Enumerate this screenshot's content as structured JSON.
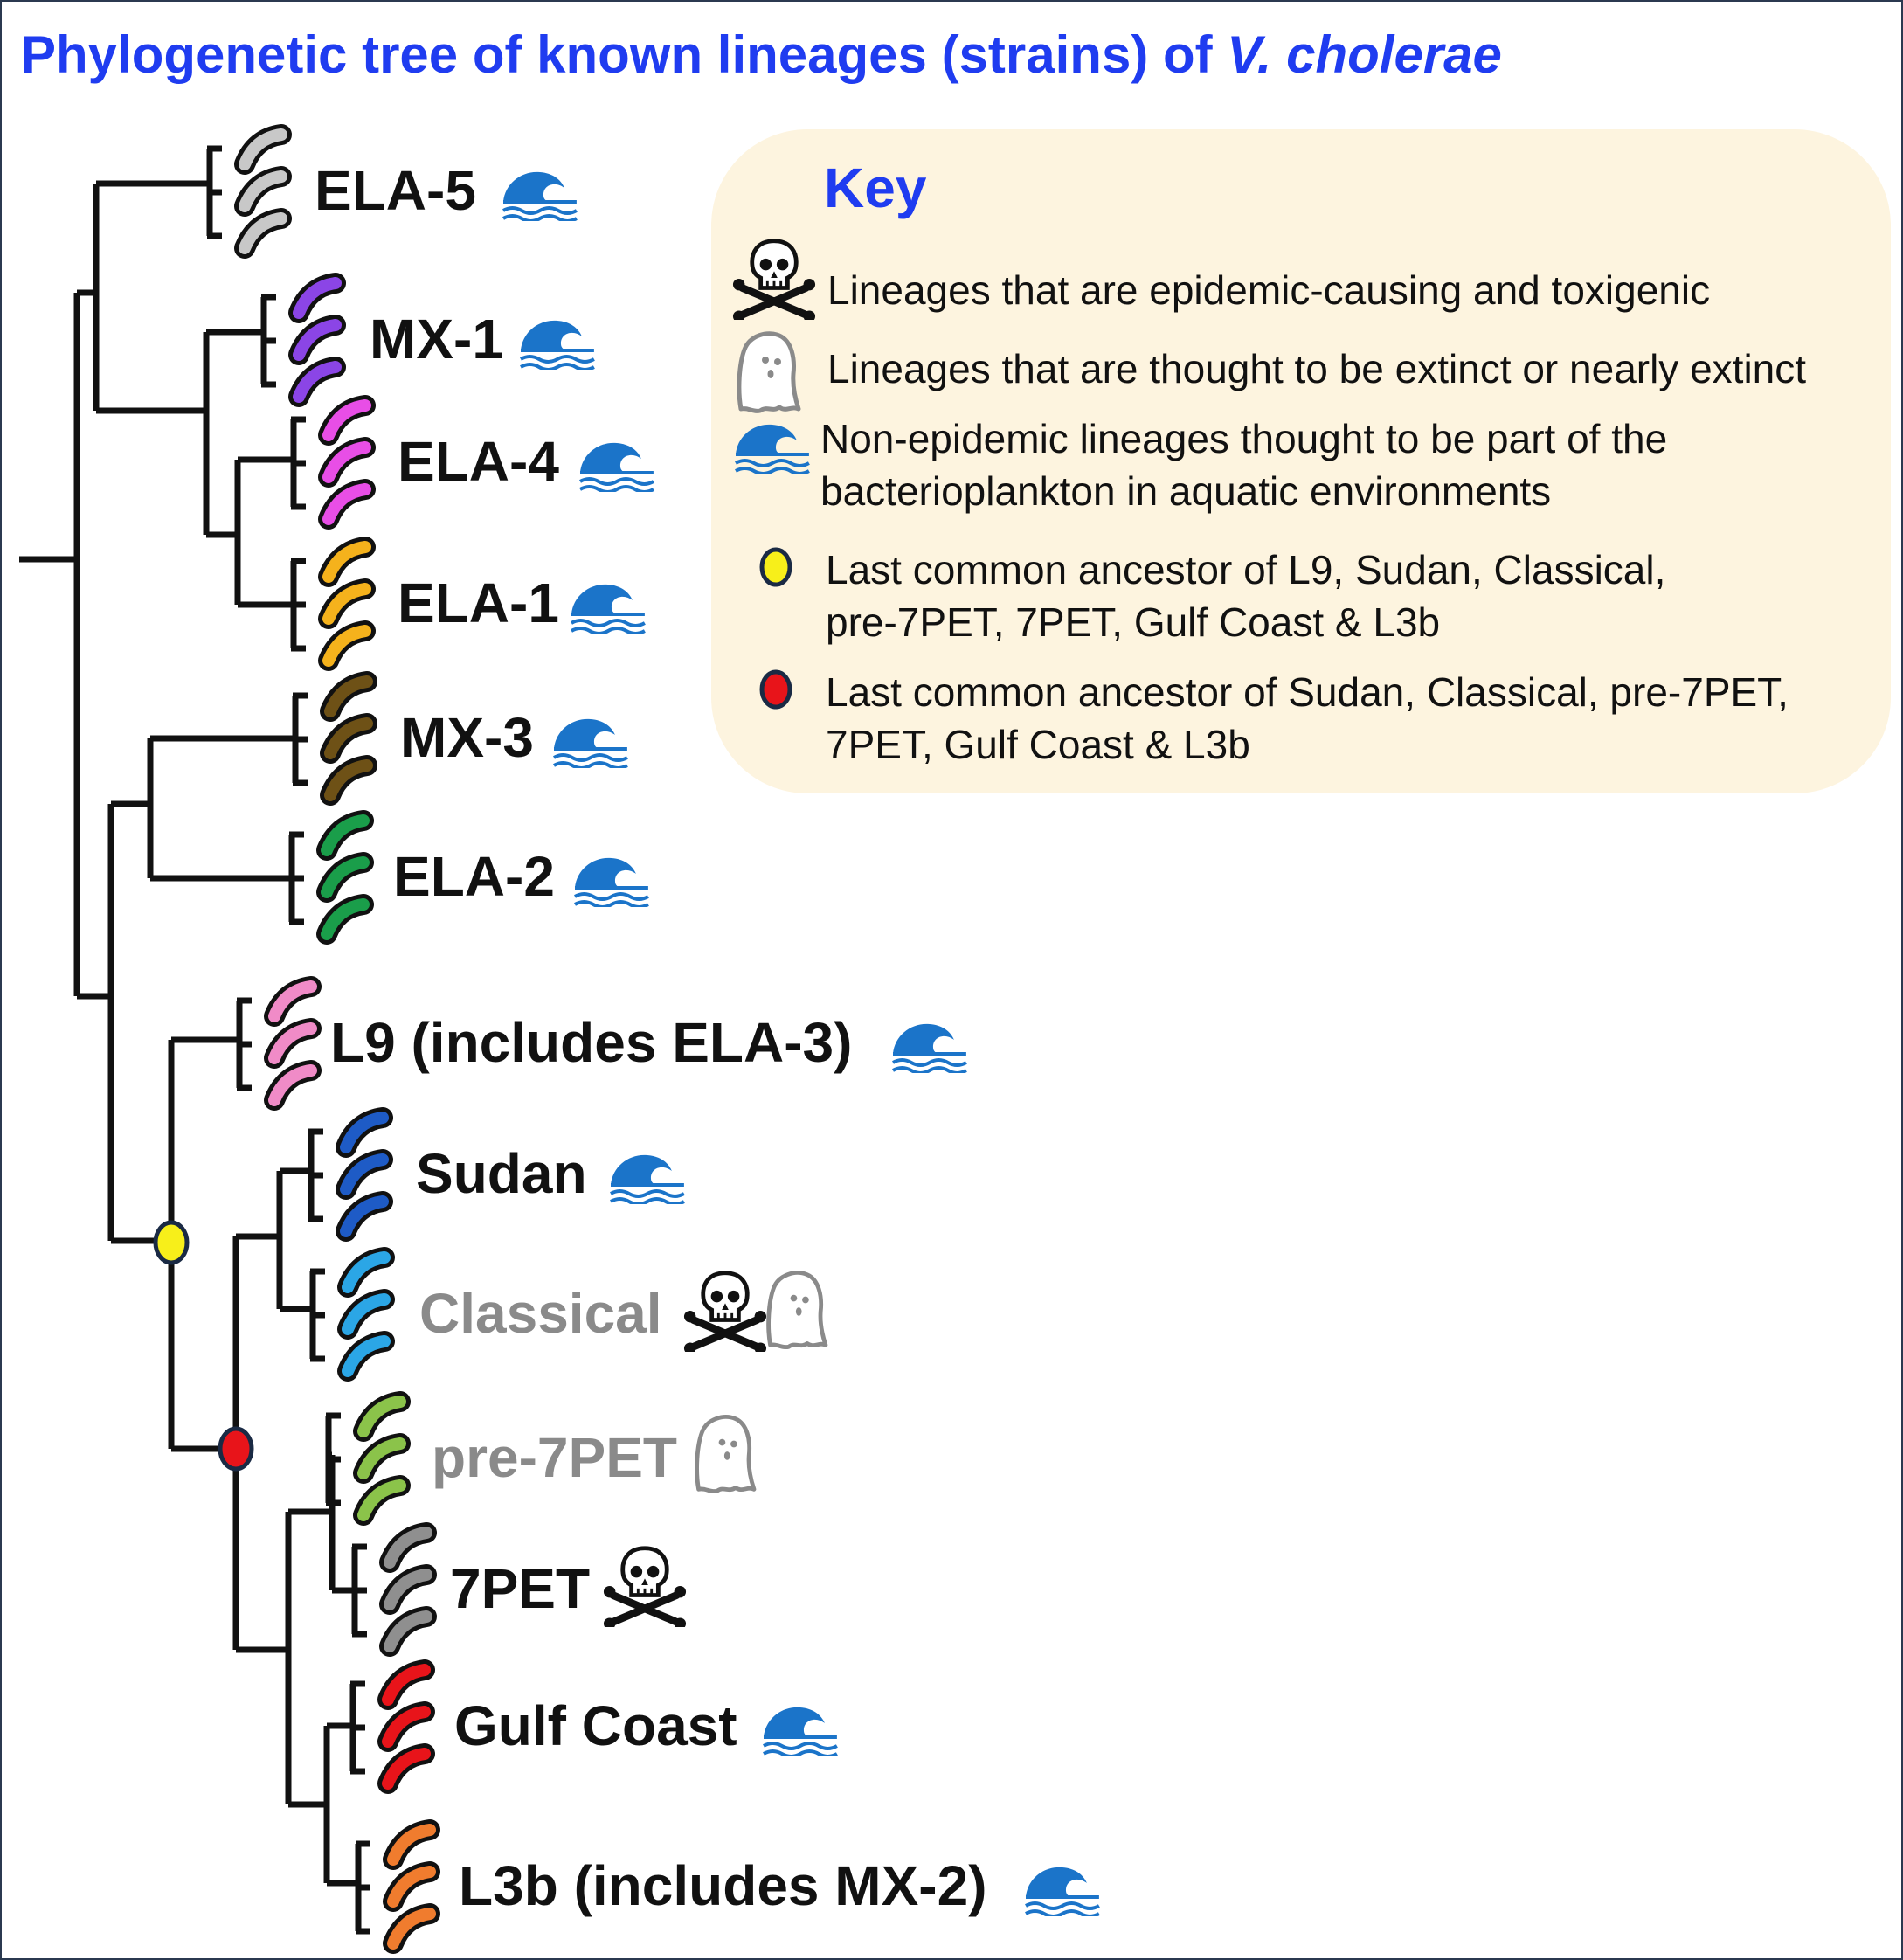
{
  "title": {
    "prefix": "Phylogenetic tree of known lineages (strains) of ",
    "italic": "V. cholerae"
  },
  "key": {
    "title": "Key",
    "items": [
      {
        "icon": "skull-crossbones-icon",
        "text": "Lineages that are epidemic-causing and toxigenic"
      },
      {
        "icon": "ghost-icon",
        "text": "Lineages that are thought to be extinct or nearly extinct"
      },
      {
        "icon": "wave-icon",
        "line1": "Non-epidemic lineages thought to be part of the",
        "line2": "bacterioplankton in aquatic environments"
      },
      {
        "icon": "yellow-node-icon",
        "line1": "Last common ancestor of L9, Sudan, Classical,",
        "line2": "pre-7PET, 7PET, Gulf Coast & L3b"
      },
      {
        "icon": "red-node-icon",
        "line1": "Last common ancestor of Sudan, Classical, pre-7PET,",
        "line2": "7PET, Gulf Coast & L3b"
      }
    ]
  },
  "lineages": [
    {
      "label": "ELA-5",
      "color": "#c8c8c8",
      "text_color": "#111111",
      "icons": [
        "wave-icon"
      ]
    },
    {
      "label": "MX-1",
      "color": "#8b45e6",
      "text_color": "#111111",
      "icons": [
        "wave-icon"
      ]
    },
    {
      "label": "ELA-4",
      "color": "#e84ee6",
      "text_color": "#111111",
      "icons": [
        "wave-icon"
      ]
    },
    {
      "label": "ELA-1",
      "color": "#f5b21c",
      "text_color": "#111111",
      "icons": [
        "wave-icon"
      ]
    },
    {
      "label": "MX-3",
      "color": "#6e5116",
      "text_color": "#111111",
      "icons": [
        "wave-icon"
      ]
    },
    {
      "label": "ELA-2",
      "color": "#1a9e4a",
      "text_color": "#111111",
      "icons": [
        "wave-icon"
      ]
    },
    {
      "label": "L9 (includes ELA-3)",
      "color": "#f08bc7",
      "text_color": "#111111",
      "icons": [
        "wave-icon"
      ]
    },
    {
      "label": "Sudan",
      "color": "#1e5bc6",
      "text_color": "#111111",
      "icons": [
        "wave-icon"
      ]
    },
    {
      "label": "Classical",
      "color": "#2ba6e6",
      "text_color": "#8a8a8a",
      "icons": [
        "skull-crossbones-icon",
        "ghost-icon"
      ]
    },
    {
      "label": "pre-7PET",
      "color": "#8bc34a",
      "text_color": "#8a8a8a",
      "icons": [
        "ghost-icon"
      ]
    },
    {
      "label": "7PET",
      "color": "#8f8f8f",
      "text_color": "#111111",
      "icons": [
        "skull-crossbones-icon"
      ]
    },
    {
      "label": "Gulf Coast",
      "color": "#e8141a",
      "text_color": "#111111",
      "icons": [
        "wave-icon"
      ]
    },
    {
      "label": "L3b (includes MX-2)",
      "color": "#f07c2e",
      "text_color": "#111111",
      "icons": [
        "wave-icon"
      ]
    }
  ],
  "colors": {
    "title": "#1f3cf0",
    "branch": "#111111",
    "wave": "#1b74c9",
    "yellow_node": "#f7ef1a",
    "red_node": "#e8141a",
    "key_background": "#fdf4df"
  }
}
